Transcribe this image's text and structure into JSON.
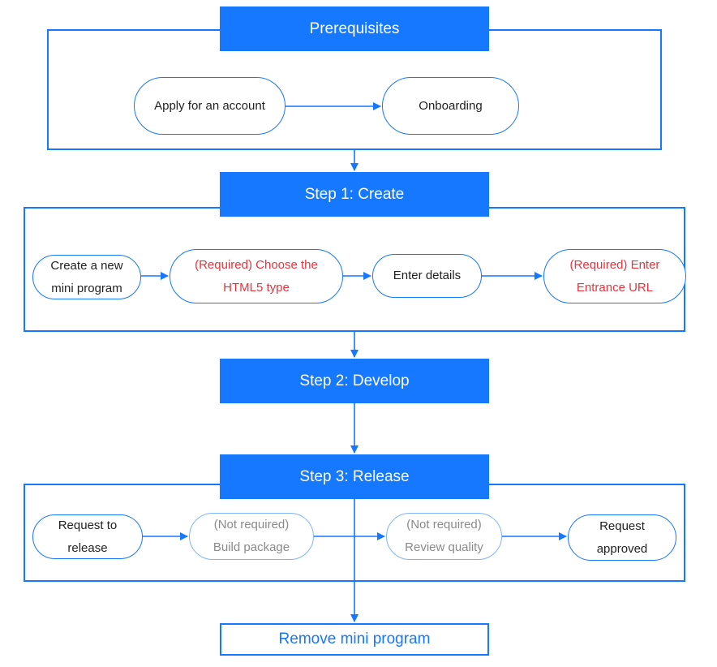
{
  "colors": {
    "accent": "#1677ff",
    "required": "#e8333c",
    "muted": "#8a8a8a"
  },
  "prerequisites": {
    "title": "Prerequisites",
    "nodes": [
      "Apply for an account",
      "Onboarding"
    ]
  },
  "step1": {
    "title": "Step 1: Create",
    "nodes": [
      {
        "line1": "Create a new",
        "line2": "mini program"
      },
      {
        "line1": "(Required) Choose the",
        "line2": "HTML5 type"
      },
      {
        "line1": "Enter details"
      },
      {
        "line1": "(Required) Enter",
        "line2": "Entrance URL"
      }
    ]
  },
  "step2": {
    "title": "Step 2: Develop"
  },
  "step3": {
    "title": "Step 3: Release",
    "nodes": [
      {
        "line1": "Request to",
        "line2": "release"
      },
      {
        "line1": "(Not required)",
        "line2": "Build package"
      },
      {
        "line1": "(Not required)",
        "line2": "Review quality"
      },
      {
        "line1": "Request",
        "line2": "approved"
      }
    ]
  },
  "final": {
    "label": "Remove mini program"
  }
}
